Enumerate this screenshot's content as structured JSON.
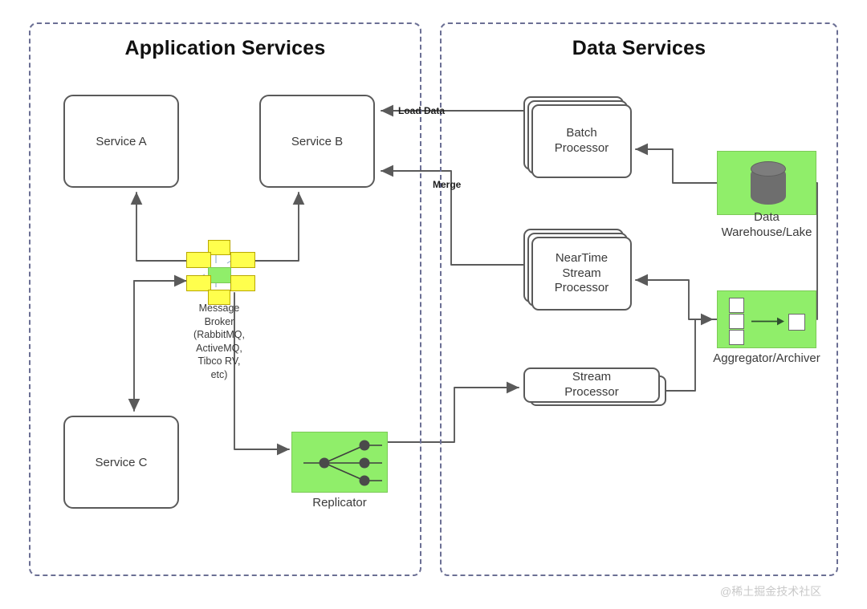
{
  "diagram": {
    "title_left": "Application Services",
    "title_right": "Data Services",
    "watermark": "@稀土掘金技术社区",
    "colors": {
      "panel_border": "#6b6f94",
      "node_border": "#5a5a5a",
      "green_fill": "#90ee6a",
      "yellow_fill": "#ffff4d",
      "grey_cylinder": "#6e6e6e",
      "edge": "#5a5a5a",
      "text": "#3a3a3a"
    }
  },
  "panels": [
    {
      "id": "application-services",
      "label": "Application Services"
    },
    {
      "id": "data-services",
      "label": "Data Services"
    }
  ],
  "app_services": {
    "service_a": "Service A",
    "service_b": "Service B",
    "service_c": "Service C",
    "replicator": "Replicator",
    "broker": {
      "label_lines": [
        "Message",
        "Broker",
        "(RabbitMQ,",
        "ActiveMQ,",
        "Tibco RV,",
        "etc)"
      ]
    }
  },
  "data_services": {
    "batch_processor": [
      "Batch",
      "Processor"
    ],
    "neartime_stream_processor": [
      "NearTime",
      "Stream",
      "Processor"
    ],
    "stream_processor": [
      "Stream",
      "Processor"
    ],
    "data_warehouse": [
      "Data",
      "Warehouse/Lake"
    ],
    "aggregator": "Aggregator/Archiver"
  },
  "edge_labels": {
    "load_data": "Load Data",
    "merge": "Merge"
  }
}
